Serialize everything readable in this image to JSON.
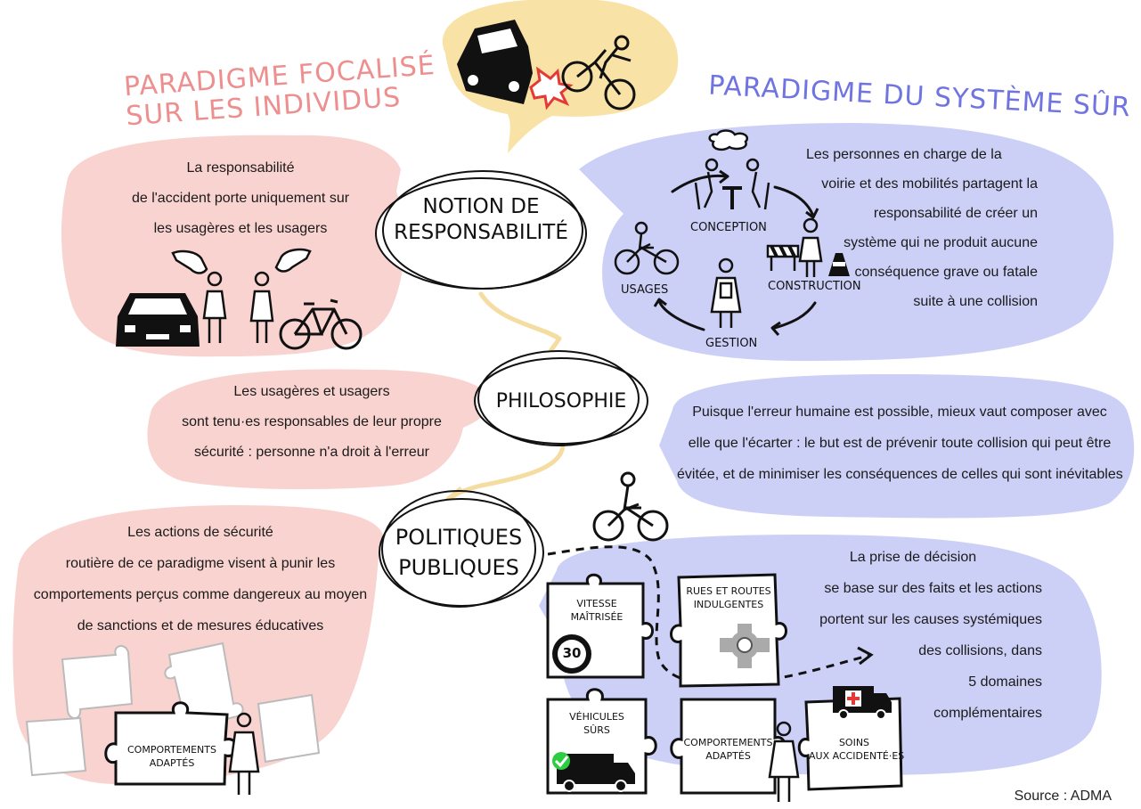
{
  "titles": {
    "left": [
      "PARADIGME FOCALISÉ",
      "SUR LES INDIVIDUS"
    ],
    "right": "PARADIGME DU SYSTÈME SÛR"
  },
  "center": {
    "responsabilite": [
      "NOTION DE",
      "RESPONSABILITÉ"
    ],
    "philosophie": "PHILOSOPHIE",
    "politiques": [
      "POLITIQUES",
      "PUBLIQUES"
    ]
  },
  "left_texts": {
    "responsabilite": [
      "La responsabilité",
      "de l'accident porte uniquement sur",
      "les usagères et les usagers"
    ],
    "philosophie": [
      "Les usagères et usagers",
      "sont tenu·es responsables de leur propre",
      "sécurité : personne n'a droit à l'erreur"
    ],
    "politiques": [
      "Les actions de sécurité",
      "routière de ce paradigme visent à punir les",
      "comportements perçus comme dangereux au moyen",
      "de sanctions et de mesures éducatives"
    ]
  },
  "right_texts": {
    "responsabilite": [
      "Les personnes en charge de la",
      "voirie et des mobilités partagent la",
      "responsabilité de créer un",
      "système qui ne produit aucune",
      "conséquence grave ou fatale",
      "suite à une collision"
    ],
    "philosophie": [
      "Puisque l'erreur humaine est possible, mieux vaut composer avec",
      "elle que l'écarter : le but est de prévenir toute collision qui peut être",
      "évitée, et de minimiser les conséquences de celles qui sont inévitables"
    ],
    "politiques": [
      "La prise de décision",
      "se base sur des faits et les actions",
      "portent sur les causes systémiques",
      "des collisions, dans",
      "5 domaines",
      "complémentaires"
    ]
  },
  "cycle": {
    "conception": "CONCEPTION",
    "construction": "CONSTRUCTION",
    "gestion": "GESTION",
    "usages": "USAGES"
  },
  "puzzle": {
    "vitesse": [
      "VITESSE",
      "MAÎTRISÉE"
    ],
    "speed_sign": "30",
    "rues": [
      "RUES ET ROUTES",
      "INDULGENTES"
    ],
    "vehicules": [
      "VÉHICULES",
      "SÛRS"
    ],
    "comportements_right": [
      "COMPORTEMENTS",
      "ADAPTÉS"
    ],
    "soins": [
      "SOINS",
      "AUX ACCIDENTÉ·ES"
    ],
    "comportements_left": [
      "COMPORTEMENTS",
      "ADAPTÉS"
    ]
  },
  "source": "Source : ADMA",
  "colors": {
    "pink": "#f9d3d0",
    "blue": "#cdd0f6",
    "yellow": "#f8e2a5",
    "title_pink": "#ee8f8f",
    "title_blue": "#6f74e0",
    "arrow": "#f5dca0",
    "ink": "#111111",
    "red": "#e53935",
    "green": "#2ecc40"
  },
  "icons": [
    "car-icon",
    "cyclist-icon",
    "crash-icon",
    "pointing-hand-icon",
    "person-icon",
    "bicycle-icon",
    "meeting-icon",
    "barrier-icon",
    "traffic-cone-icon",
    "worker-icon",
    "roundabout-icon",
    "truck-icon",
    "ambulance-icon",
    "check-icon"
  ]
}
